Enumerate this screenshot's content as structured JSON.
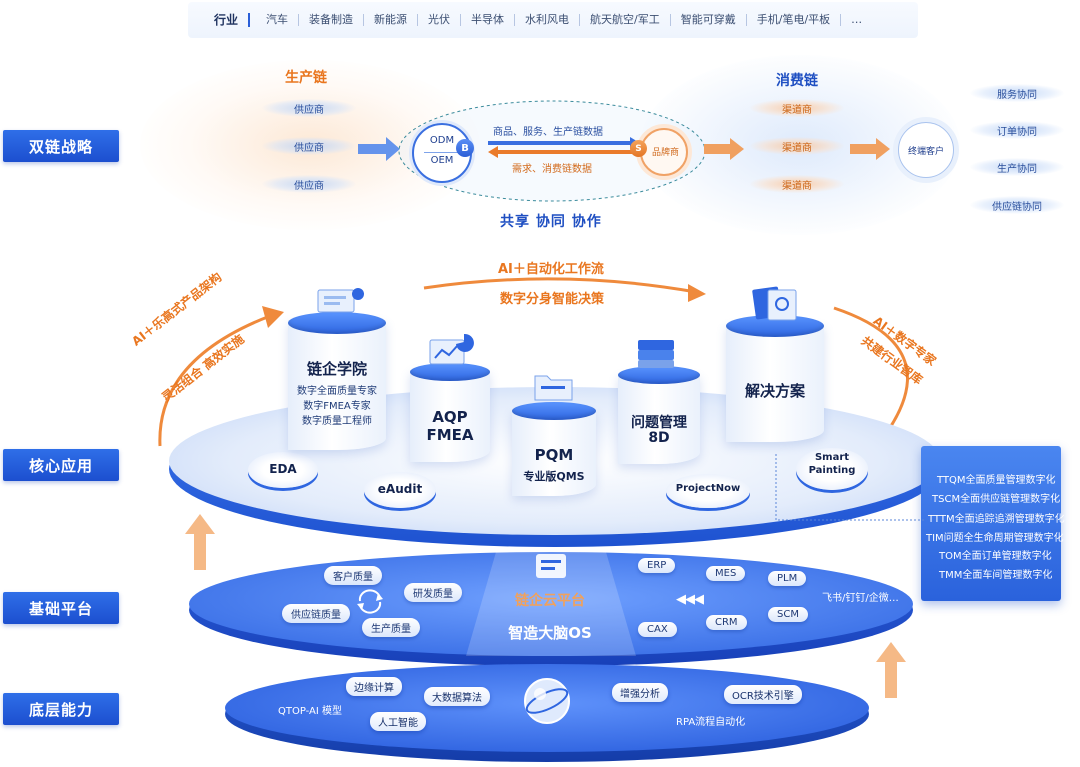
{
  "industry": {
    "label": "行业",
    "items": [
      "汽车",
      "装备制造",
      "新能源",
      "光伏",
      "半导体",
      "水利风电",
      "航天航空/军工",
      "智能可穿戴",
      "手机/笔电/平板",
      "…"
    ]
  },
  "rows": {
    "strategy": "双链战略",
    "core": "核心应用",
    "base": "基础平台",
    "bottom": "底层能力"
  },
  "strategy": {
    "production_chain": {
      "title": "生产链",
      "items": [
        "供应商",
        "供应商",
        "供应商"
      ]
    },
    "hub": {
      "top": "ODM",
      "bottom": "OEM",
      "badge": "B"
    },
    "arrow_right_label": "商品、服务、生产链数据",
    "arrow_left_label": "需求、消费链数据",
    "brand": {
      "badge": "S",
      "label": "品牌商"
    },
    "consumption_chain": {
      "title": "消费链",
      "items": [
        "渠道商",
        "渠道商",
        "渠道商"
      ]
    },
    "end_customer": "终端客户",
    "right_items": [
      "服务协同",
      "订单协同",
      "生产协同",
      "供应链协同"
    ],
    "slogan": "共享 协同 协作"
  },
  "core": {
    "top_arrow": {
      "line1": "AI＋自动化工作流",
      "line2": "数字分身智能决策"
    },
    "left_arc": {
      "line1": "AI＋乐高式产品架构",
      "line2": "灵活组合 高效实施"
    },
    "right_arc": {
      "line1": "AI＋数字专家",
      "line2": "共建行业智库"
    },
    "academy": {
      "title": "链企学院",
      "subs": [
        "数字全面质量专家",
        "数字FMEA专家",
        "数字质量工程师"
      ]
    },
    "aqp": {
      "line1": "AQP",
      "line2": "FMEA"
    },
    "pqm": {
      "title": "PQM",
      "sub": "专业版QMS"
    },
    "problem": {
      "line1": "问题管理",
      "line2": "8D"
    },
    "solution": {
      "title": "解决方案"
    },
    "nodes": {
      "eda": "EDA",
      "eaudit": "eAudit",
      "projectnow": "ProjectNow",
      "smart_line1": "Smart",
      "smart_line2": "Painting"
    },
    "side_list": [
      "TTQM全面质量管理数字化",
      "TSCM全面供应链管理数字化",
      "TTTM全面追踪追溯管理数字化",
      "TIM问题全生命周期管理数字化",
      "TOM全面订单管理数字化",
      "TMM全面车间管理数字化"
    ]
  },
  "base": {
    "left_items": {
      "customer": "客户质量",
      "rd": "研发质量",
      "supply": "供应链质量",
      "production": "生产质量"
    },
    "center_title": "链企云平台",
    "center_sub": "智造大脑OS",
    "right_items": {
      "erp": "ERP",
      "mes": "MES",
      "plm": "PLM",
      "cax": "CAX",
      "crm": "CRM",
      "scm": "SCM",
      "more": "飞书/钉钉/企微…"
    }
  },
  "bottom": {
    "items": {
      "qtop": "QTOP-AI 模型",
      "edge": "边缘计算",
      "bigdata": "大数据算法",
      "ai": "人工智能",
      "analytics": "增强分析",
      "ocr": "OCR技术引擎",
      "rpa": "RPA流程自动化"
    }
  },
  "colors": {
    "primary": "#2b63e0",
    "accent": "#e9761f",
    "dark_text": "#13234d"
  }
}
